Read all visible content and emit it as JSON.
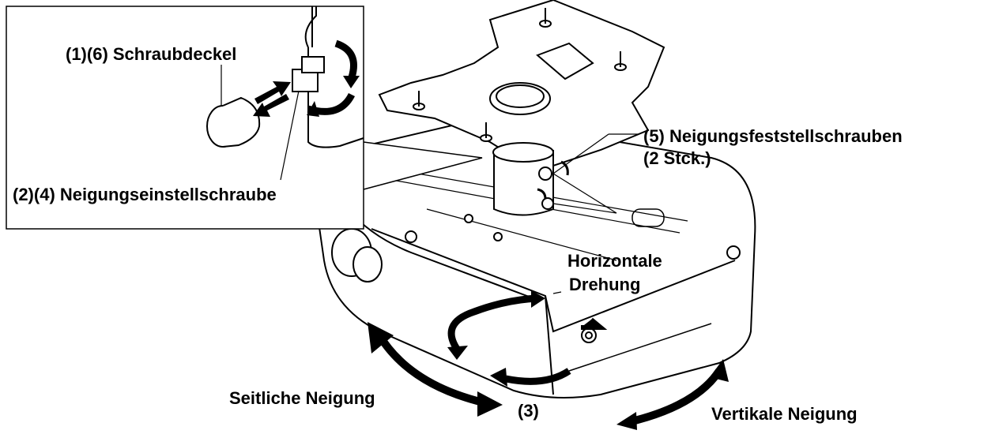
{
  "diagram": {
    "labels": {
      "cap": "(1)(6) Schraubdeckel",
      "tilt_adjust_screw": "(2)(4) Neigungseinstellschraube",
      "tilt_lock_screws": "(5) Neigungsfeststellschrauben",
      "tilt_lock_count": "(2 Stck.)",
      "horizontal_rotation_1": "Horizontale",
      "horizontal_rotation_2": "Drehung",
      "side_tilt": "Seitliche Neigung",
      "step3": "(3)",
      "vertical_tilt": "Vertikale Neigung"
    }
  }
}
